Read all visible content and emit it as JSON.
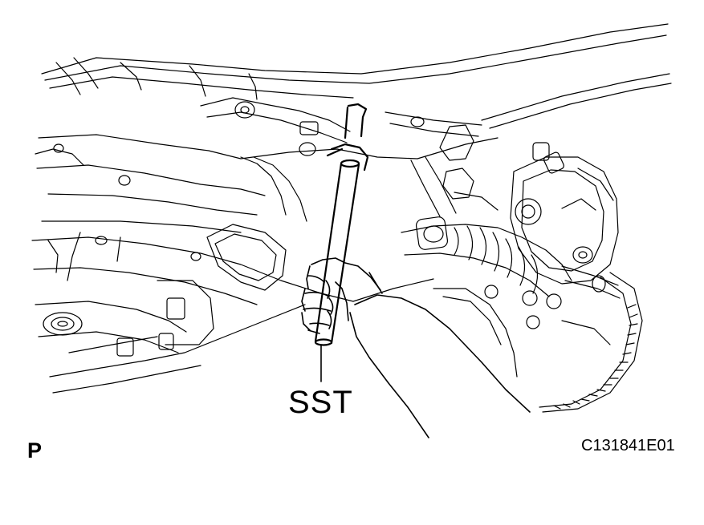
{
  "illustration": {
    "tool_label": "SST",
    "view_label": "P",
    "figure_id": "C131841E01",
    "line_color": "#000000",
    "background_color": "#ffffff"
  }
}
